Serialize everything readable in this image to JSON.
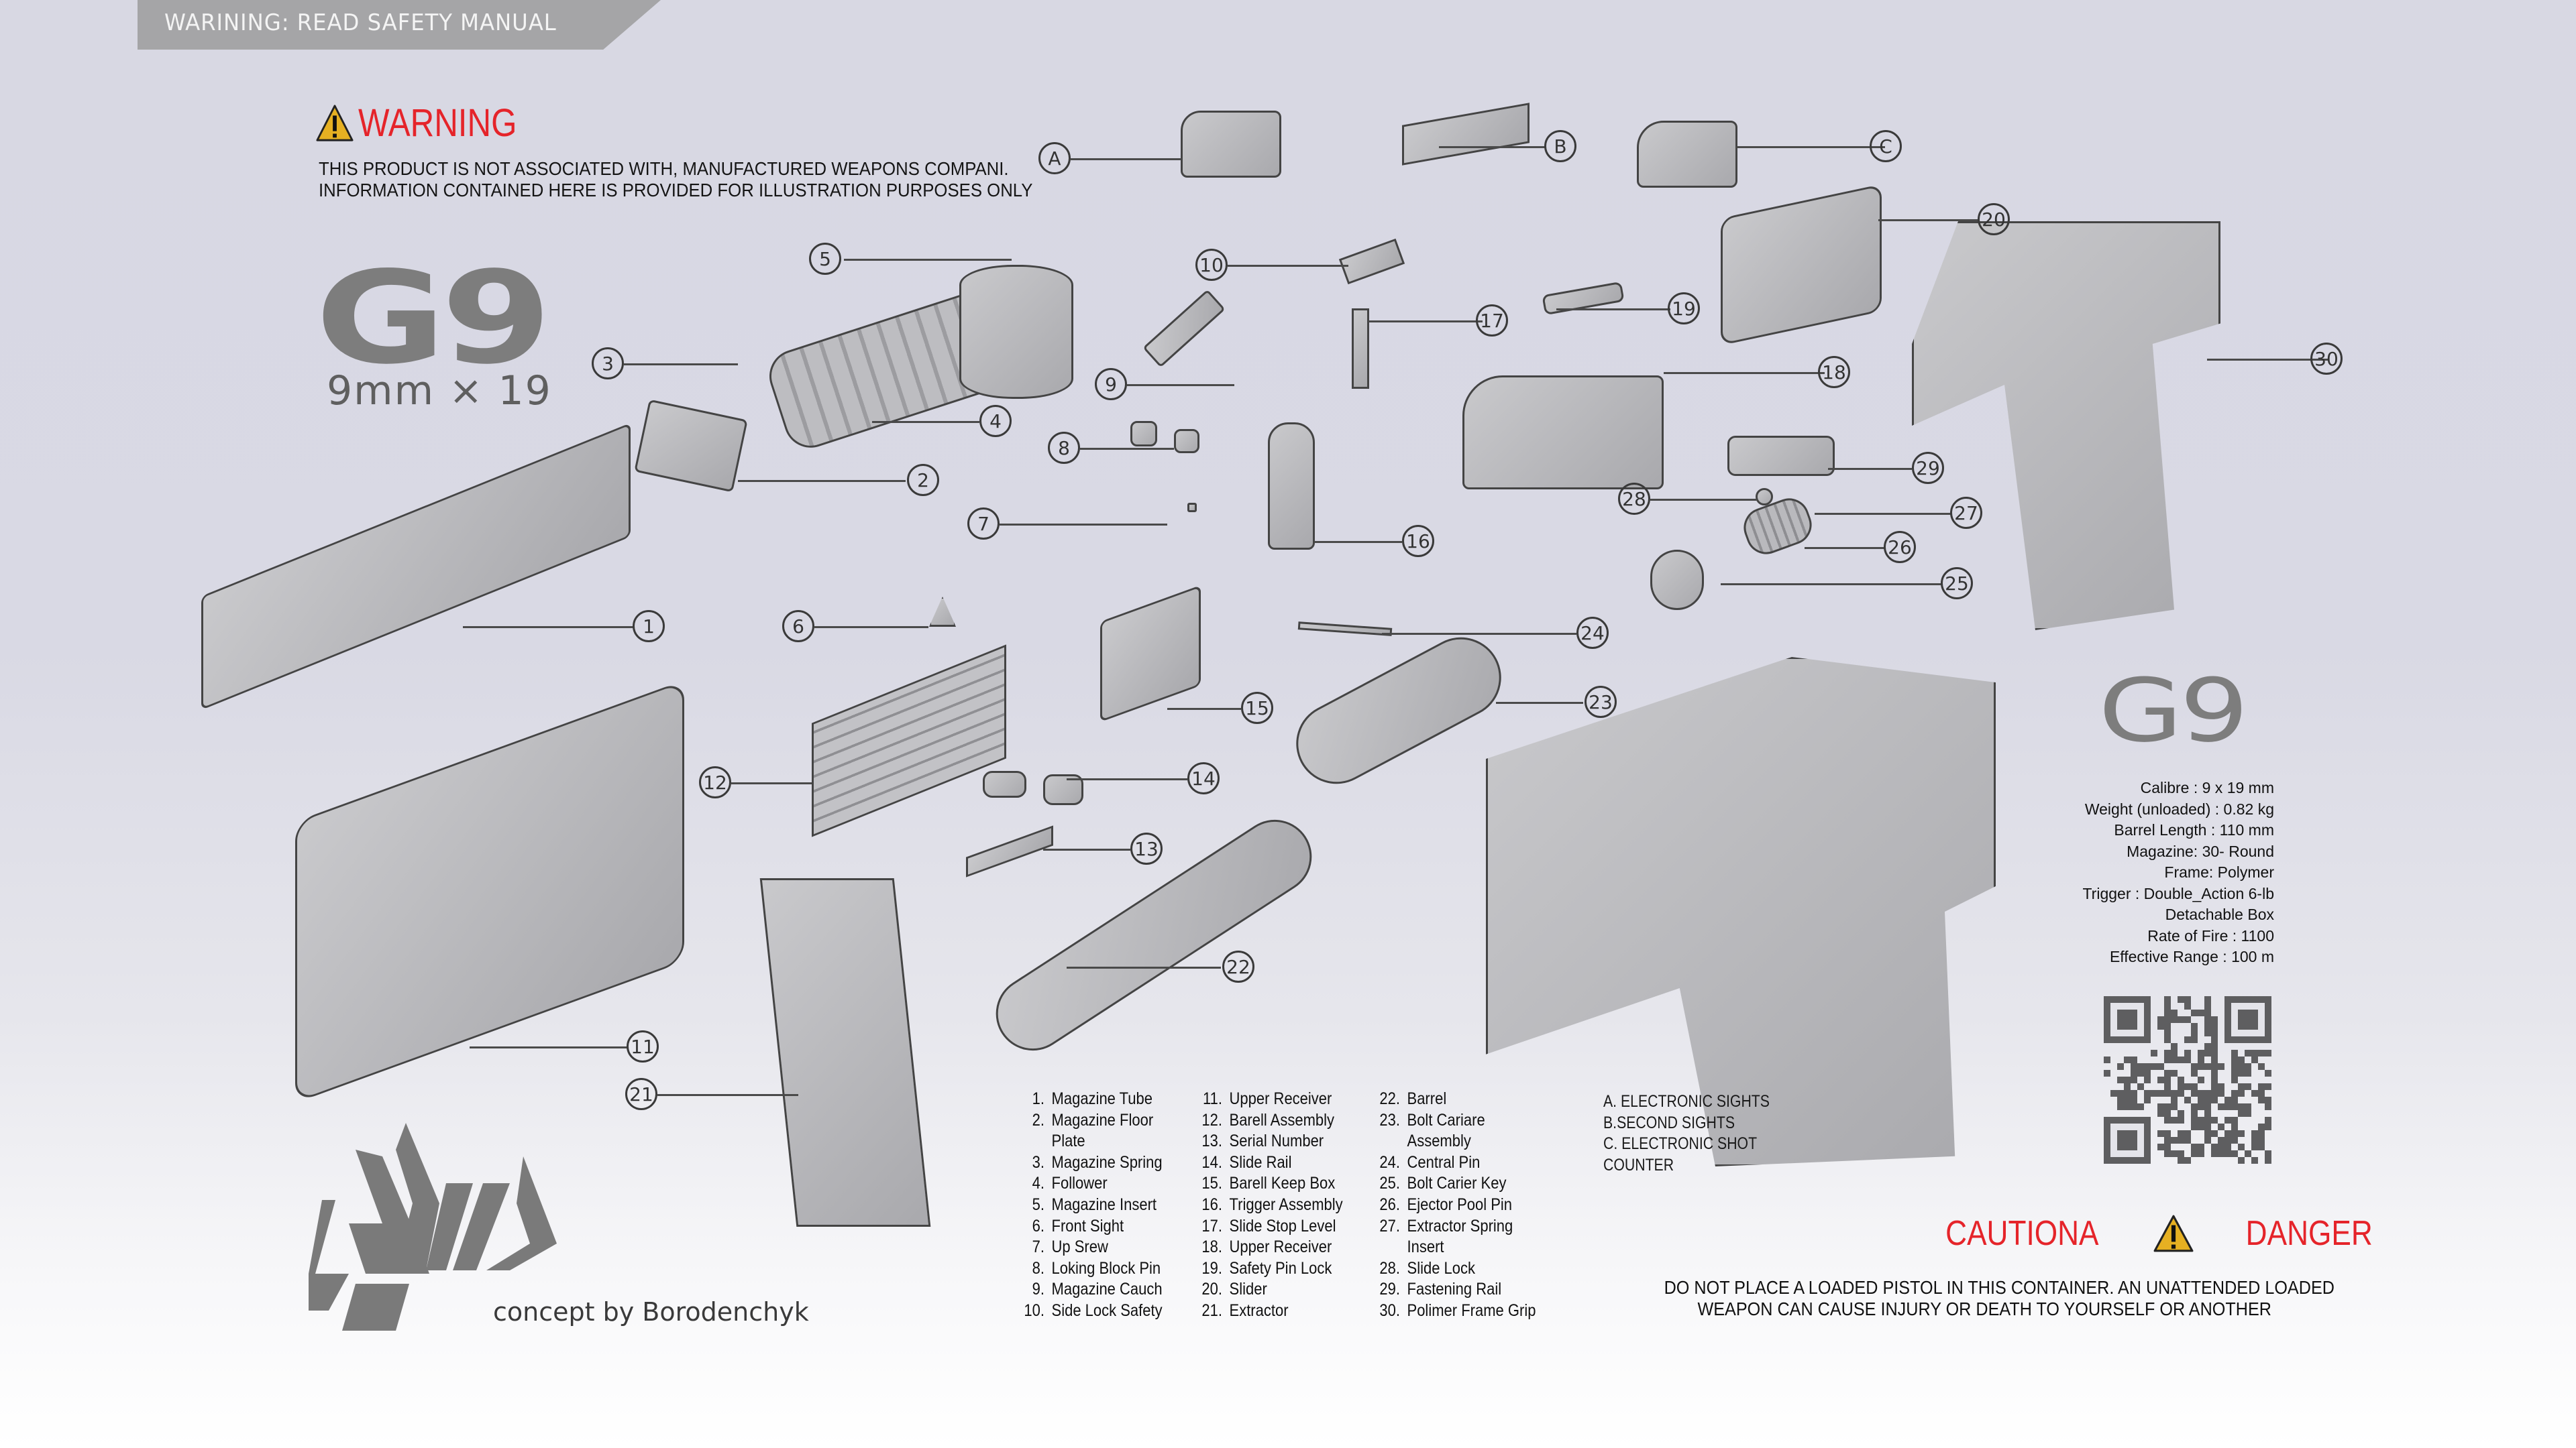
{
  "banner": {
    "text": "WARINING: READ SAFETY MANUAL"
  },
  "warning": {
    "icon": "warning-triangle-icon",
    "title": "WARNING",
    "lines": [
      "THIS PRODUCT IS NOT ASSOCIATED WITH, MANUFACTURED WEAPONS COMPANI.",
      "INFORMATION CONTAINED HERE IS PROVIDED FOR ILLUSTRATION PURPOSES ONLY"
    ]
  },
  "model": {
    "name": "G9",
    "caliber": "9mm × 19"
  },
  "colors": {
    "accent_red": "#e5242a",
    "warning_yellow": "#e6b022",
    "logo_gray": "#7d7d7d",
    "banner_gray": "#a5a5a7"
  },
  "callouts": [
    "A",
    "B",
    "C",
    "1",
    "2",
    "3",
    "4",
    "5",
    "6",
    "7",
    "8",
    "9",
    "10",
    "11",
    "12",
    "13",
    "14",
    "15",
    "16",
    "17",
    "18",
    "19",
    "20",
    "21",
    "22",
    "23",
    "24",
    "25",
    "26",
    "27",
    "28",
    "29",
    "30"
  ],
  "specs": [
    "Calibre : 9 x 19 mm",
    "Weight (unloaded) : 0.82 kg",
    "Barrel Length : 110 mm",
    "Magazine: 30- Round",
    "Frame: Polymer",
    "Trigger : Double_Action 6-lb",
    "Detachable Box",
    "Rate of Fire : 1100",
    "Effective Range : 100 m"
  ],
  "parts_list": [
    {
      "num": "1.",
      "name": "Magazine Tube"
    },
    {
      "num": "2.",
      "name": "Magazine Floor"
    },
    {
      "num": "",
      "name": "Plate"
    },
    {
      "num": "3.",
      "name": "Magazine Spring"
    },
    {
      "num": "4.",
      "name": "Follower"
    },
    {
      "num": "5.",
      "name": "Magazine Insert"
    },
    {
      "num": "6.",
      "name": "Front Sight"
    },
    {
      "num": "7.",
      "name": "Up Srew"
    },
    {
      "num": "8.",
      "name": "Loking Block Pin"
    },
    {
      "num": "9.",
      "name": "Magazine Cauch"
    },
    {
      "num": "10.",
      "name": "Side Lock Safety"
    },
    {
      "num": "11.",
      "name": "Upper Receiver"
    },
    {
      "num": "12.",
      "name": "Barell Assembly"
    },
    {
      "num": "13.",
      "name": "Serial Number"
    },
    {
      "num": "14.",
      "name": "Slide Rail"
    },
    {
      "num": "15.",
      "name": "Barell Keep Box"
    },
    {
      "num": "16.",
      "name": "Trigger Assembly"
    },
    {
      "num": "17.",
      "name": "Slide Stop Level"
    },
    {
      "num": "18.",
      "name": "Upper Receiver"
    },
    {
      "num": "19.",
      "name": "Safety Pin Lock"
    },
    {
      "num": "20.",
      "name": "Slider"
    },
    {
      "num": "21.",
      "name": "Extractor"
    },
    {
      "num": "22.",
      "name": "Barrel"
    },
    {
      "num": "23.",
      "name": "Bolt  Cariare"
    },
    {
      "num": "",
      "name": "Assembly"
    },
    {
      "num": "24.",
      "name": "Central Pin"
    },
    {
      "num": "25.",
      "name": "Bolt Carier Key"
    },
    {
      "num": "26.",
      "name": "Ejector Pool Pin"
    },
    {
      "num": "27.",
      "name": "Extractor Spring"
    },
    {
      "num": "",
      "name": "Insert"
    },
    {
      "num": "28.",
      "name": "Slide Lock"
    },
    {
      "num": "29.",
      "name": "Fastening Rail"
    },
    {
      "num": "30.",
      "name": "Polimer Frame Grip"
    }
  ],
  "sights_list": [
    "A. ELECTRONIC SIGHTS",
    "B.SECOND SIGHTS",
    "C. ELECTRONIC SHOT",
    "COUNTER"
  ],
  "caution": {
    "left": "CAUTIONA",
    "right": "DANGER",
    "icon": "warning-triangle-icon"
  },
  "notice": [
    "DO NOT PLACE A LOADED PISTOL IN THIS CONTAINER. AN UNATTENDED LOADED",
    "WEAPON CAN CAUSE INJURY OR DEATH TO YOURSELF OR ANOTHER"
  ],
  "brand": {
    "credit": "concept by Borodenchyk"
  }
}
